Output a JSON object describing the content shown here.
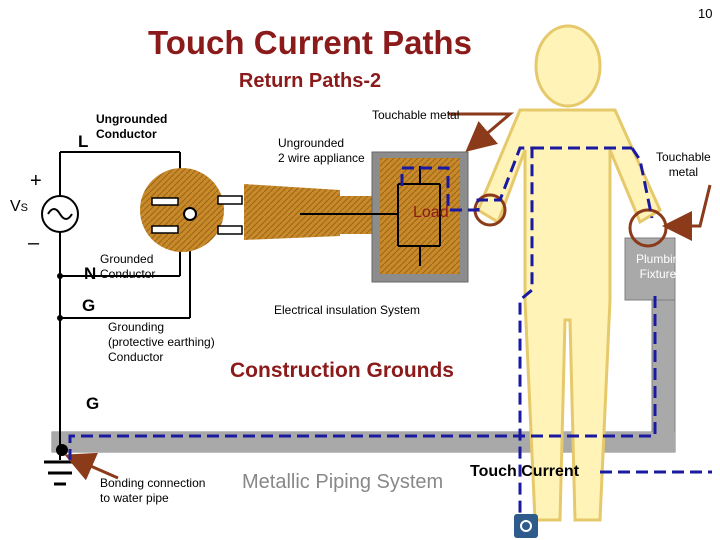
{
  "page_number": "10",
  "title": "Touch Current Paths",
  "subtitle": "Return Paths-2",
  "labels": {
    "ungrounded_conductor_letter": "L",
    "ungrounded_conductor": "Ungrounded\nConductor",
    "vs_symbol": "V",
    "vs_subscript": "S",
    "plus": "+",
    "minus": "–",
    "grounded_conductor_letter": "N",
    "grounded_conductor": "Grounded\nConductor",
    "ground_g_top": "G",
    "grounding_conductor": "Grounding\n(protective earthing)\nConductor",
    "ground_g_bottom": "G",
    "touchable_metal_top": "Touchable metal",
    "ungrounded_appliance": "Ungrounded\n2 wire appliance",
    "touchable_metal_right": "Touchable\nmetal",
    "load": "Load",
    "plumbing_fixtures": "Plumbing\nFixtures",
    "electrical_insulation": "Electrical insulation System",
    "construction_grounds": "Construction Grounds",
    "bonding_connection": "Bonding connection\nto water pipe",
    "metallic_piping": "Metallic Piping System",
    "touch_current_legend": "Touch Current"
  },
  "colors": {
    "title": "#8b1a1a",
    "appliance_fill": "#c8892a",
    "person_fill": "#fff3b8",
    "person_stroke": "#e6c96a",
    "touch_current": "#1a1aa0",
    "pipe": "#a9a9a9",
    "arrow": "#8b3a1a"
  }
}
